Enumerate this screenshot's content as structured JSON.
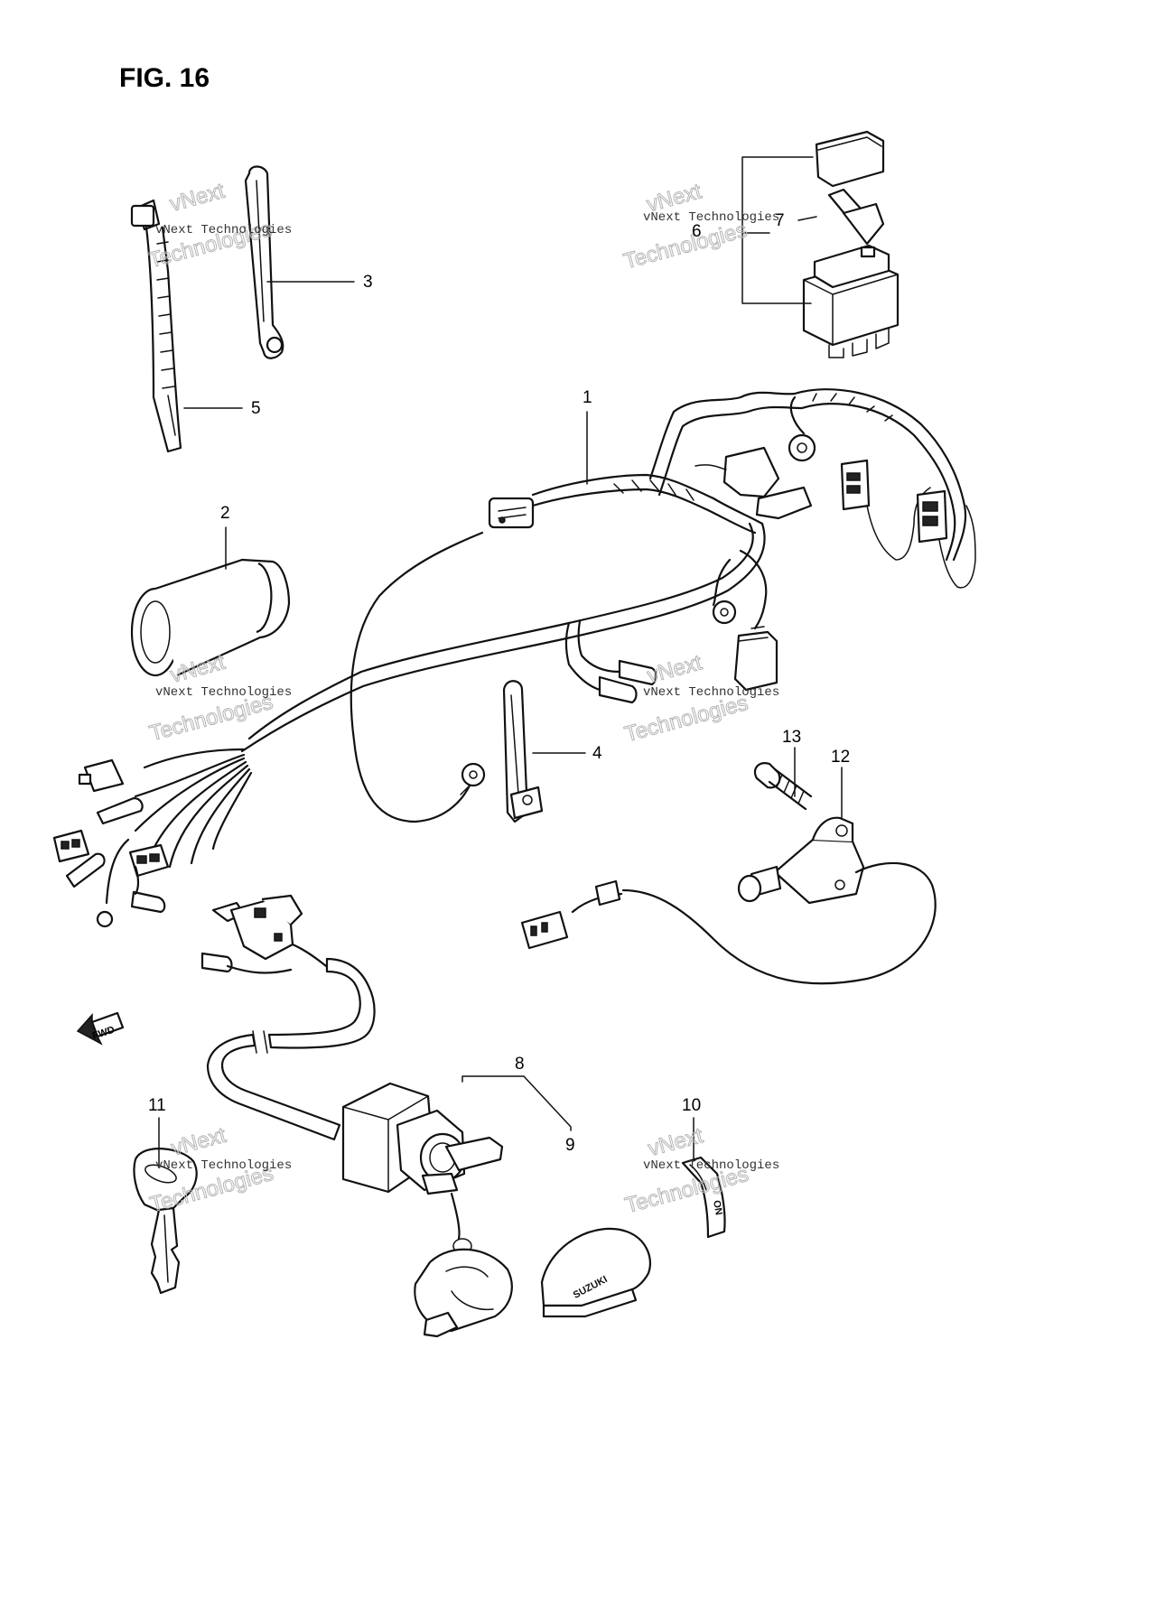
{
  "figure": {
    "title": "FIG. 16"
  },
  "callouts": [
    "1",
    "2",
    "3",
    "4",
    "5",
    "6",
    "7",
    "8",
    "9",
    "10",
    "11",
    "12",
    "13"
  ],
  "fwd_label": "FWD",
  "watermark": {
    "line1": "vNext Technologies",
    "line2": "Technologies",
    "line3": "vNext"
  },
  "stamp_text": {
    "key_cap_brand": "SUZUKI",
    "tag_text": "ON"
  }
}
